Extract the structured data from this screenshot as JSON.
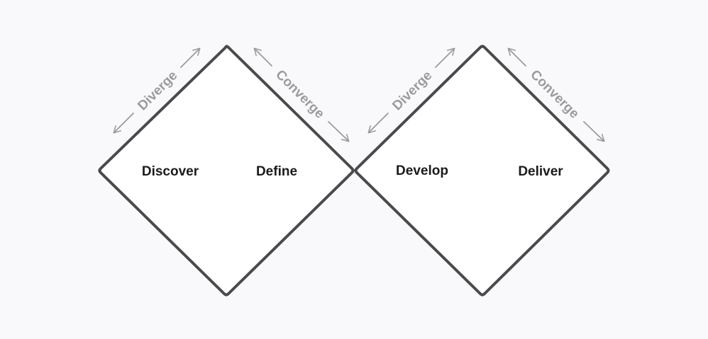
{
  "diagram": {
    "phases": [
      "Discover",
      "Define",
      "Develop",
      "Deliver"
    ],
    "diverge_label": "Diverge",
    "converge_label": "Converge"
  },
  "colors": {
    "background": "#f9f9fc",
    "diamond_fill": "#ffffff",
    "diamond_stroke": "#4a4a4d",
    "arrow": "#9b9b9e",
    "divider": "#8f95f0"
  }
}
